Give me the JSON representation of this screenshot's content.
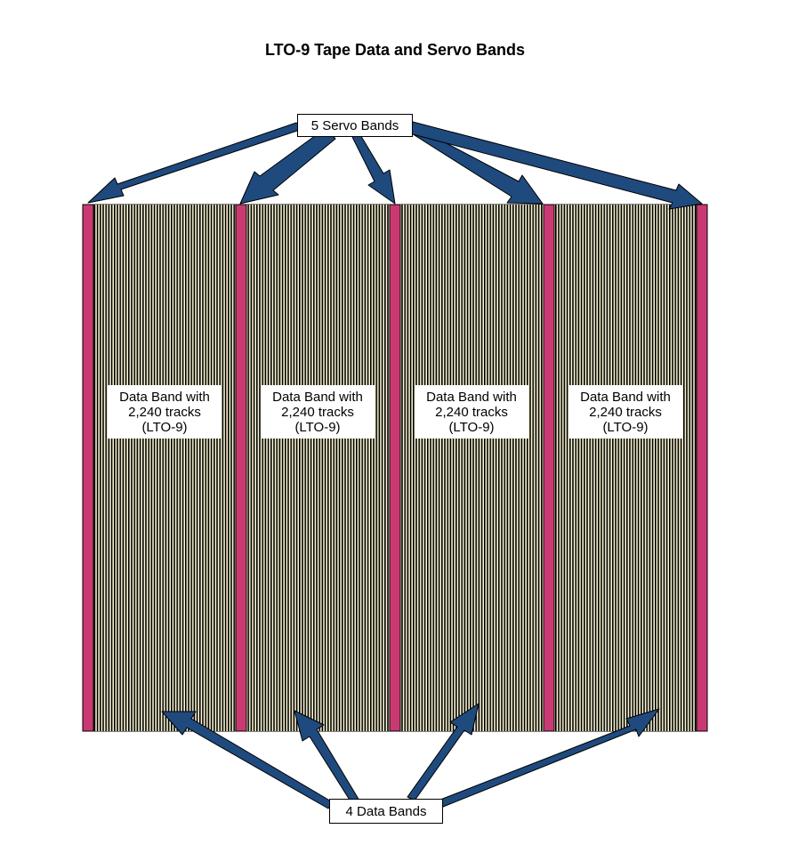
{
  "title": "LTO-9 Tape Data and Servo Bands",
  "servo_label": "5 Servo Bands",
  "data_label": "4 Data Bands",
  "data_bands": [
    {
      "line1": "Data Band with",
      "line2": "2,240 tracks",
      "line3": "(LTO-9)"
    },
    {
      "line1": "Data Band with",
      "line2": "2,240 tracks",
      "line3": "(LTO-9)"
    },
    {
      "line1": "Data Band with",
      "line2": "2,240 tracks",
      "line3": "(LTO-9)"
    },
    {
      "line1": "Data Band with",
      "line2": "2,240 tracks",
      "line3": "(LTO-9)"
    }
  ],
  "colors": {
    "servo_band": "#c93a72",
    "arrow": "#1f4a7e",
    "track_stripe": "#000000",
    "track_background": "#fbf6d3"
  }
}
